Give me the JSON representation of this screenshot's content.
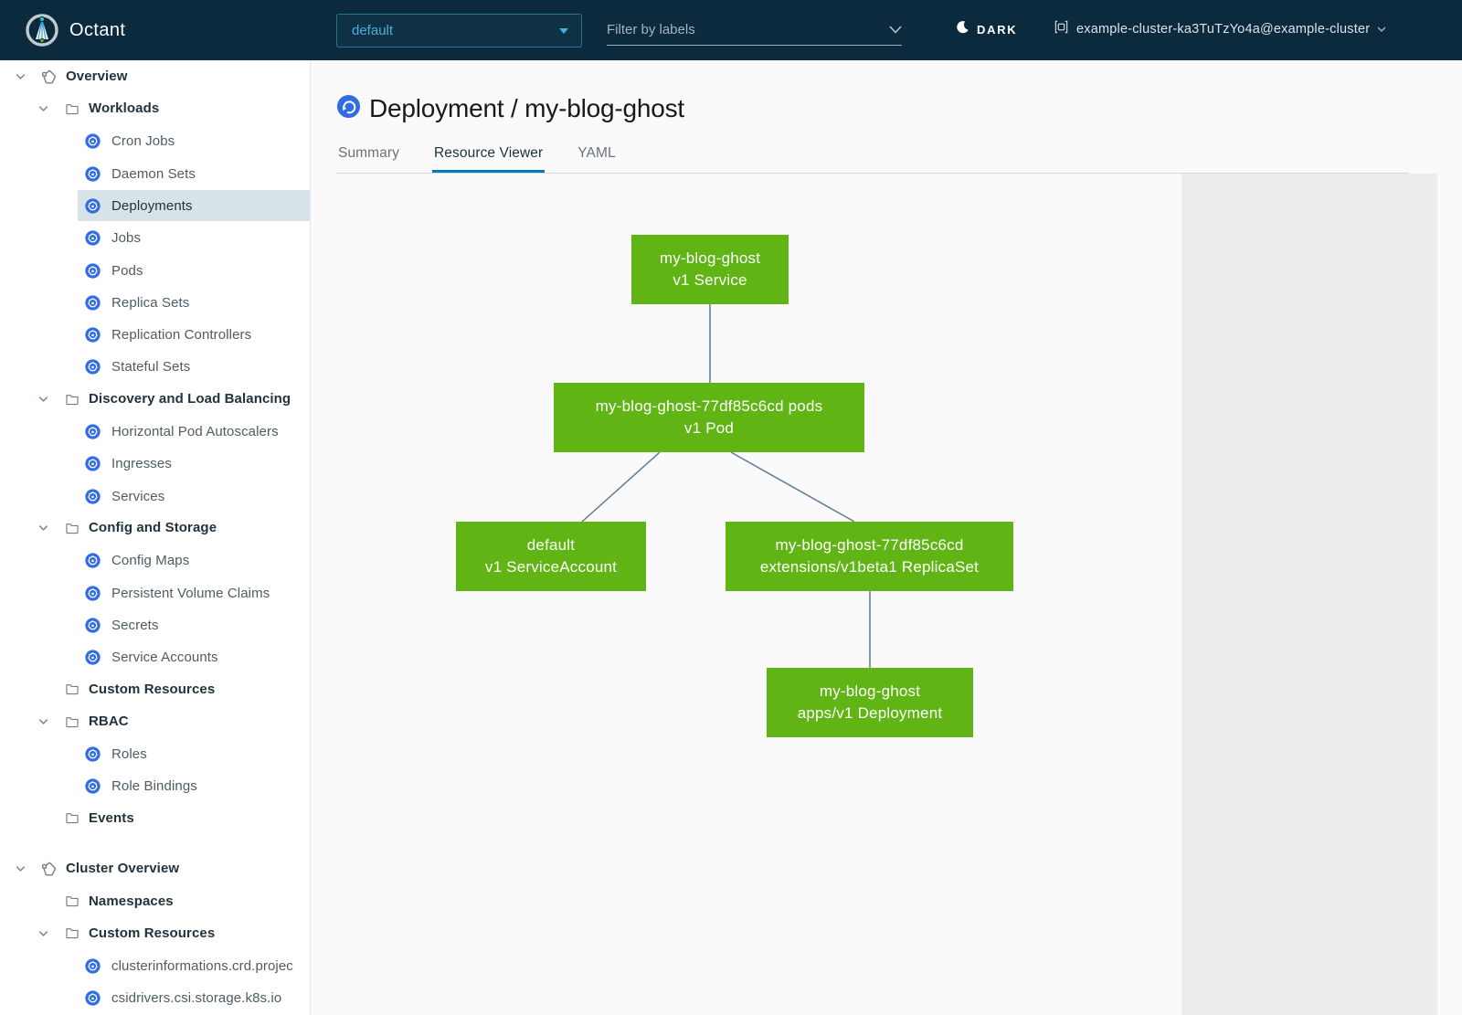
{
  "header": {
    "app_name": "Octant",
    "namespace_selector": {
      "value": "default"
    },
    "label_filter": {
      "placeholder": "Filter by labels"
    },
    "theme_toggle": {
      "label": "DARK"
    },
    "context": {
      "name": "example-cluster-ka3TuTzYo4a@example-cluster"
    }
  },
  "sidebar": {
    "items": [
      {
        "label": "Overview",
        "depth": 0,
        "kind": "root",
        "chevron": true,
        "bold": true,
        "icon": "overview-icon"
      },
      {
        "label": "Workloads",
        "depth": 1,
        "kind": "group",
        "chevron": true,
        "bold": true,
        "icon": "folder-icon"
      },
      {
        "label": "Cron Jobs",
        "depth": 2,
        "kind": "leaf",
        "icon": "cron-jobs-icon"
      },
      {
        "label": "Daemon Sets",
        "depth": 2,
        "kind": "leaf",
        "icon": "daemon-sets-icon"
      },
      {
        "label": "Deployments",
        "depth": 2,
        "kind": "leaf",
        "icon": "deployments-icon",
        "selected": true
      },
      {
        "label": "Jobs",
        "depth": 2,
        "kind": "leaf",
        "icon": "jobs-icon"
      },
      {
        "label": "Pods",
        "depth": 2,
        "kind": "leaf",
        "icon": "pods-icon"
      },
      {
        "label": "Replica Sets",
        "depth": 2,
        "kind": "leaf",
        "icon": "replica-sets-icon"
      },
      {
        "label": "Replication Controllers",
        "depth": 2,
        "kind": "leaf",
        "icon": "replication-controllers-icon"
      },
      {
        "label": "Stateful Sets",
        "depth": 2,
        "kind": "leaf",
        "icon": "stateful-sets-icon"
      },
      {
        "label": "Discovery and Load Balancing",
        "depth": 1,
        "kind": "group",
        "chevron": true,
        "bold": true,
        "icon": "folder-icon"
      },
      {
        "label": "Horizontal Pod Autoscalers",
        "depth": 2,
        "kind": "leaf",
        "icon": "horizontal-pod-autoscalers-icon"
      },
      {
        "label": "Ingresses",
        "depth": 2,
        "kind": "leaf",
        "icon": "ingresses-icon"
      },
      {
        "label": "Services",
        "depth": 2,
        "kind": "leaf",
        "icon": "services-icon"
      },
      {
        "label": "Config and Storage",
        "depth": 1,
        "kind": "group",
        "chevron": true,
        "bold": true,
        "icon": "folder-icon"
      },
      {
        "label": "Config Maps",
        "depth": 2,
        "kind": "leaf",
        "icon": "config-maps-icon"
      },
      {
        "label": "Persistent Volume Claims",
        "depth": 2,
        "kind": "leaf",
        "icon": "persistent-volume-claims-icon"
      },
      {
        "label": "Secrets",
        "depth": 2,
        "kind": "leaf",
        "icon": "secrets-icon"
      },
      {
        "label": "Service Accounts",
        "depth": 2,
        "kind": "leaf",
        "icon": "service-accounts-icon"
      },
      {
        "label": "Custom Resources",
        "depth": 1,
        "kind": "group",
        "chevron": false,
        "bold": true,
        "icon": "folder-icon"
      },
      {
        "label": "RBAC",
        "depth": 1,
        "kind": "group",
        "chevron": true,
        "bold": true,
        "icon": "folder-icon"
      },
      {
        "label": "Roles",
        "depth": 2,
        "kind": "leaf",
        "icon": "roles-icon"
      },
      {
        "label": "Role Bindings",
        "depth": 2,
        "kind": "leaf",
        "icon": "role-bindings-icon"
      },
      {
        "label": "Events",
        "depth": 1,
        "kind": "group",
        "chevron": false,
        "bold": true,
        "icon": "folder-icon"
      },
      {
        "label": "Cluster Overview",
        "depth": 0,
        "kind": "root",
        "chevron": true,
        "bold": true,
        "icon": "overview-icon",
        "gap": true
      },
      {
        "label": "Namespaces",
        "depth": 1,
        "kind": "group",
        "chevron": false,
        "bold": true,
        "icon": "folder-icon"
      },
      {
        "label": "Custom Resources",
        "depth": 1,
        "kind": "group",
        "chevron": true,
        "bold": true,
        "icon": "folder-icon"
      },
      {
        "label": "clusterinformations.crd.projec",
        "depth": 2,
        "kind": "leaf",
        "icon": "custom-resource-definition-icon"
      },
      {
        "label": "csidrivers.csi.storage.k8s.io",
        "depth": 2,
        "kind": "leaf",
        "icon": "custom-resource-definition-icon"
      }
    ]
  },
  "main": {
    "title": "Deployment / my-blog-ghost",
    "tabs": [
      {
        "label": "Summary",
        "active": false
      },
      {
        "label": "Resource Viewer",
        "active": true
      },
      {
        "label": "YAML",
        "active": false
      }
    ]
  },
  "graph": {
    "nodes": [
      {
        "id": "service",
        "line1": "my-blog-ghost",
        "line2": "v1 Service"
      },
      {
        "id": "pods",
        "line1": "my-blog-ghost-77df85c6cd pods",
        "line2": "v1 Pod"
      },
      {
        "id": "serviceaccount",
        "line1": "default",
        "line2": "v1 ServiceAccount"
      },
      {
        "id": "replicaset",
        "line1": "my-blog-ghost-77df85c6cd",
        "line2": "extensions/v1beta1 ReplicaSet"
      },
      {
        "id": "deployment",
        "line1": "my-blog-ghost",
        "line2": "apps/v1 Deployment"
      }
    ],
    "edges": [
      [
        "service",
        "pods"
      ],
      [
        "pods",
        "serviceaccount"
      ],
      [
        "pods",
        "replicaset"
      ],
      [
        "replicaset",
        "deployment"
      ]
    ]
  },
  "colors": {
    "header_bg": "#0b2a3d",
    "kubernetes_blue": "#326ce5",
    "node_green": "#60b515",
    "edge_line": "#5e7a96",
    "selected_row": "#d8e3e9",
    "active_tab_underline": "#0079b8",
    "select_accent_blue": "#49afd9"
  }
}
